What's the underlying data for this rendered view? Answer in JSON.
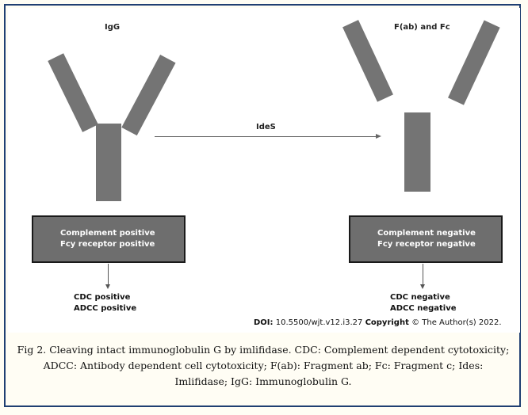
{
  "left": {
    "title": "IgG",
    "box_lines": [
      "Complement positive",
      "Fcy receptor positive"
    ],
    "outcome_lines": [
      "CDC positive",
      "ADCC positive"
    ]
  },
  "arrow": {
    "label": "IdeS"
  },
  "right": {
    "title": "F(ab) and Fc",
    "box_lines": [
      "Complement negative",
      "Fcy receptor negative"
    ],
    "outcome_lines": [
      "CDC negative",
      "ADCC negative"
    ]
  },
  "doi": {
    "label": "DOI:",
    "value": "10.5500/wjt.v12.i3.27",
    "copyright": "Copyright",
    "holder": "© The Author(s) 2022."
  },
  "caption": "Fig 2. Cleaving intact immunoglobulin G by imlifidase. CDC: Complement dependent cytotoxicity; ADCC: Antibody dependent cell cytotoxicity; F(ab): Fragment ab; Fc: Fragment c; Ides: Imlifidase; IgG: Immunoglobulin G.",
  "colors": {
    "fragment": "#747474",
    "box": "#6e6e6e",
    "border": "#1f3f72"
  }
}
